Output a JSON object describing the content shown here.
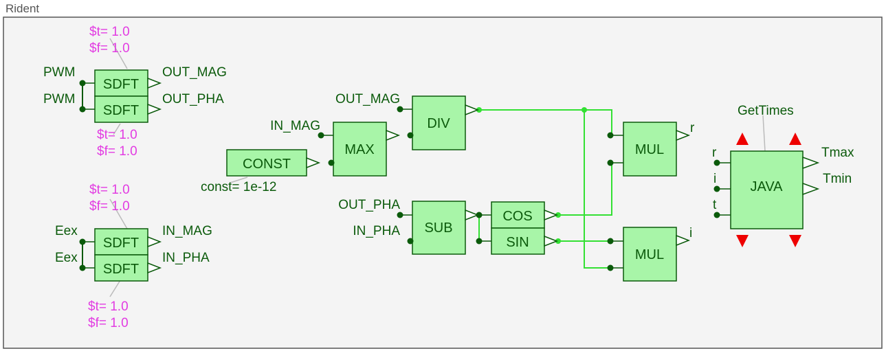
{
  "title": "Rident",
  "colors": {
    "canvas_bg": "#f4f4f4",
    "block_fill": "#a8f5a8",
    "block_stroke": "#0b5a0b",
    "wire": "#33e033",
    "port": "#0b5a0b",
    "param": "#e23ce2",
    "leader": "#bbbbbb",
    "arrow": "#ee0000"
  },
  "blocks": {
    "sdft1": "SDFT",
    "sdft2": "SDFT",
    "sdft3": "SDFT",
    "sdft4": "SDFT",
    "const": "CONST",
    "max": "MAX",
    "div": "DIV",
    "sub": "SUB",
    "cos": "COS",
    "sin": "SIN",
    "mul_r": "MUL",
    "mul_i": "MUL",
    "java": "JAVA"
  },
  "params": {
    "sdft_top_t": "$t= 1.0",
    "sdft_top_f": "$f= 1.0",
    "sdft_mid_t": "$t= 1.0",
    "sdft_mid_f": "$f= 1.0",
    "sdft_low_t": "$t= 1.0",
    "sdft_low_f": "$f= 1.0",
    "sdft_bot_t": "$t= 1.0",
    "sdft_bot_f": "$f= 1.0",
    "const_value": "const= 1e-12",
    "java_function": "GetTimes"
  },
  "labels": {
    "pwm_in1": "PWM",
    "pwm_in2": "PWM",
    "out_mag": "OUT_MAG",
    "out_pha": "OUT_PHA",
    "eex_in1": "Eex",
    "eex_in2": "Eex",
    "in_mag": "IN_MAG",
    "in_pha": "IN_PHA",
    "div_in_out_mag": "OUT_MAG",
    "max_in_in_mag": "IN_MAG",
    "sub_in_out_pha": "OUT_PHA",
    "sub_in_in_pha": "IN_PHA",
    "mul_r_out": "r",
    "mul_i_out": "i",
    "java_in_r": "r",
    "java_in_i": "i",
    "java_in_t": "t",
    "java_out_tmax": "Tmax",
    "java_out_tmin": "Tmin"
  }
}
